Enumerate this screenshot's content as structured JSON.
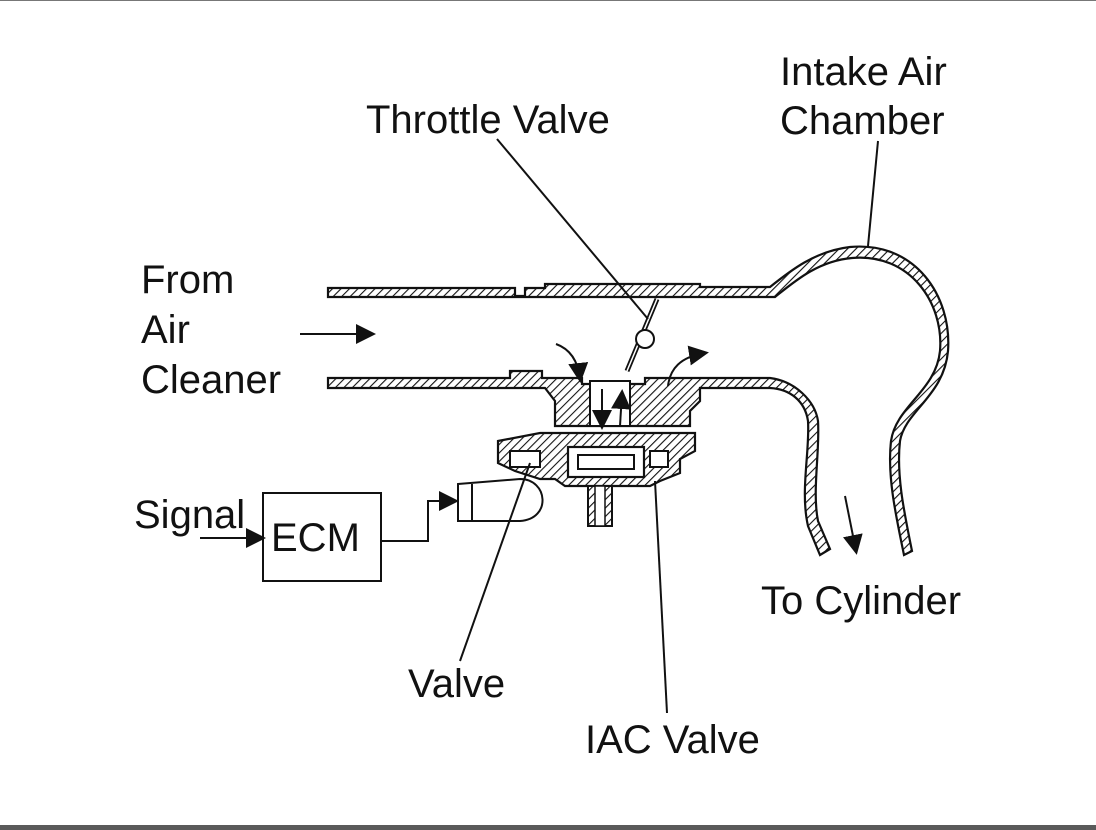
{
  "diagram": {
    "labels": {
      "throttle_valve": "Throttle Valve",
      "intake_line1": "Intake Air",
      "intake_line2": "Chamber",
      "from_line1": "From",
      "from_line2": "Air",
      "from_line3": "Cleaner",
      "signal": "Signal",
      "ecm": "ECM",
      "to_cylinder": "To Cylinder",
      "valve": "Valve",
      "iac_valve": "IAC Valve"
    }
  }
}
